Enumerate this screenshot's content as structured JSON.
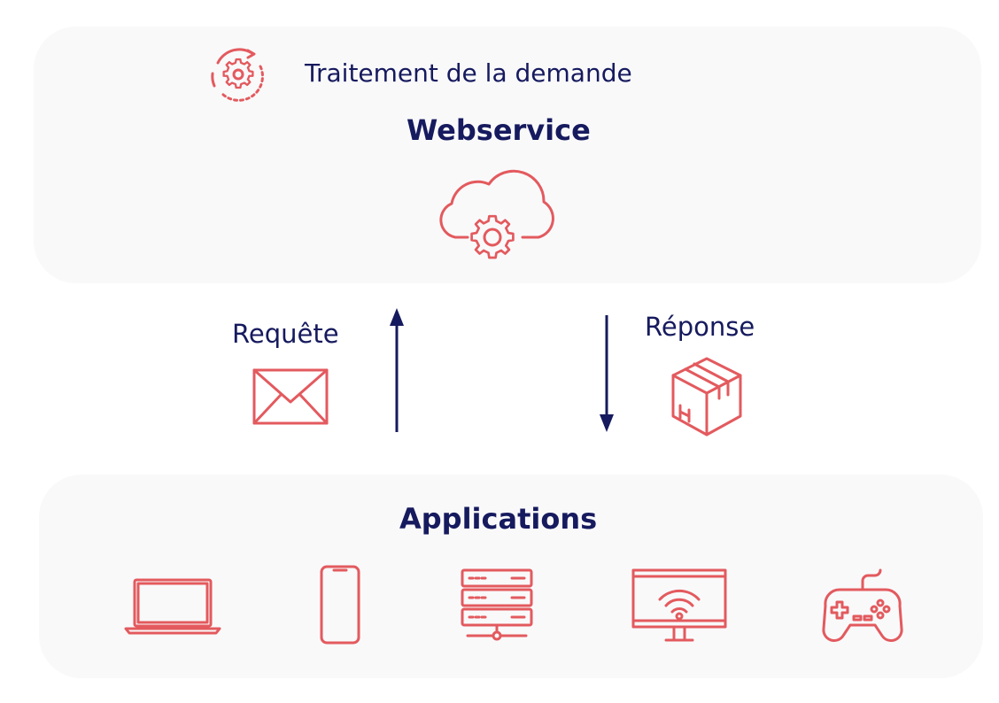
{
  "webservice_panel": {
    "process_label": "Traitement de la demande",
    "title": "Webservice"
  },
  "request": {
    "label": "Requête"
  },
  "response": {
    "label": "Réponse"
  },
  "applications_panel": {
    "title": "Applications",
    "devices": [
      "laptop-icon",
      "smartphone-icon",
      "server-icon",
      "monitor-wifi-icon",
      "gamepad-icon"
    ]
  },
  "colors": {
    "accent": "#e35a5e",
    "text": "#161a5e",
    "panel_background": "#f9f9fa"
  }
}
